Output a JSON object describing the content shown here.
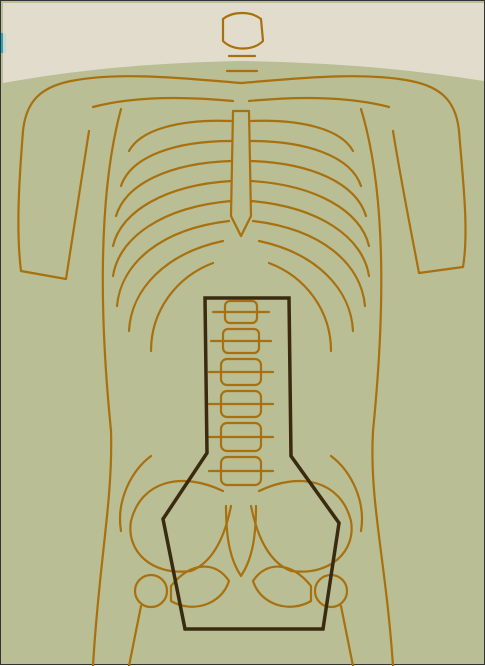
{
  "figure": {
    "colors": {
      "background": "#b9be95",
      "paper_wash": "#e8e2d6",
      "line": "#a8700e",
      "line_dark": "#7a4a05",
      "field_outline": "#3a2a10",
      "accent": "#2aa6b8"
    },
    "structures": [
      "skull-base-vertebra",
      "shoulders",
      "left-arm",
      "right-arm",
      "ribcage",
      "sternum",
      "spine",
      "lumbar-vertebrae",
      "pelvis",
      "femoral-heads"
    ],
    "overlay": {
      "label": "radiation-field-outline",
      "shape": "inverted-funnel polygon over lumbar spine and pelvis"
    }
  }
}
